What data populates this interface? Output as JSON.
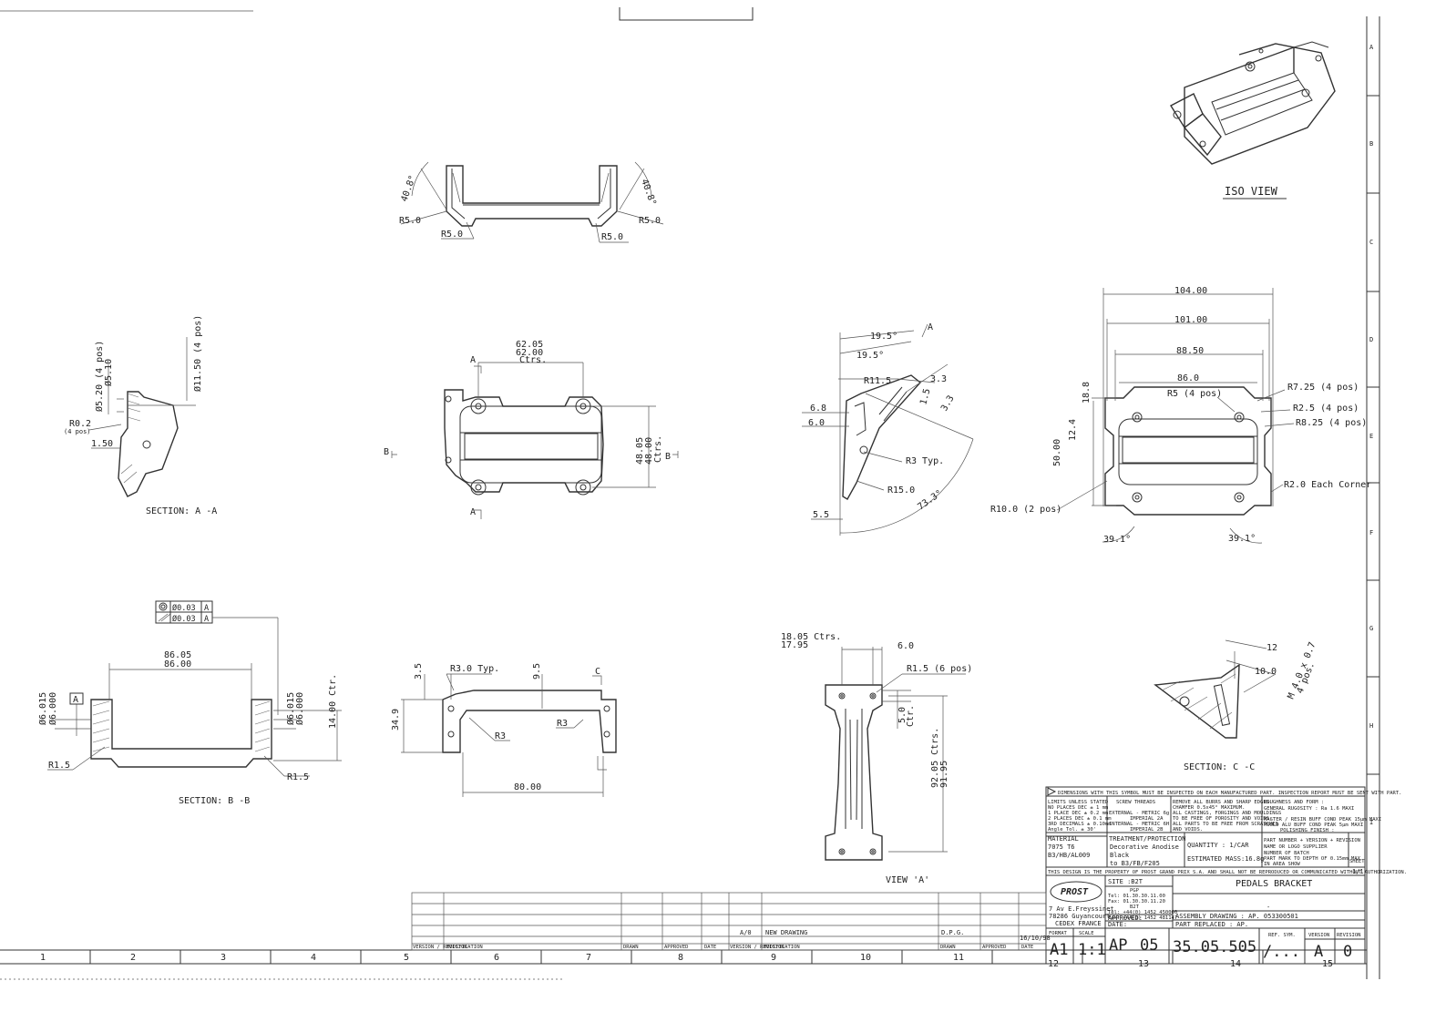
{
  "drawing": {
    "title": "PEDALS BRACKET",
    "iso_view_label": "ISO VIEW",
    "section_aa": "SECTION: A -A",
    "section_bb": "SECTION: B -B",
    "section_cc": "SECTION: C -C",
    "view_a": "VIEW 'A'",
    "dims": {
      "top": {
        "ang_left": "40.8°",
        "ang_right": "40.8°",
        "r5_a": "R5.0",
        "r5_b": "R5.0",
        "r5_c": "R5.0",
        "r5_d": "R5.0"
      },
      "sec_aa": {
        "d520": "Ø5.20 (4 pos)",
        "d510": "Ø5.10",
        "d1150": "Ø11.50 (4 pos)",
        "r02": "R0.2",
        "pos4": "(4 pos)",
        "d150": "1.50"
      },
      "front": {
        "d6205": "62.05",
        "d6200": "62.00",
        "ctrs": "Ctrs.",
        "d4805": "48.05",
        "d4800": "48.00",
        "ctrs2": "Ctrs.",
        "a": "A",
        "b": "B"
      },
      "side": {
        "a195a": "19.5°",
        "a195b": "19.5°",
        "r115": "R11.5",
        "d33a": "3.3",
        "d15": "1.5",
        "d33b": "3.3",
        "d68": "6.8",
        "d60": "6.0",
        "r3typ": "R3 Typ.",
        "r150": "R15.0",
        "d55": "5.5",
        "a733": "73.3°",
        "a": "A"
      },
      "plan": {
        "d104": "104.00",
        "d101": "101.00",
        "d885": "88.50",
        "d86": "86.0",
        "r5": "R5 (4 pos)",
        "r725": "R7.25 (4 pos)",
        "r25": "R2.5 (4 pos)",
        "r825": "R8.25 (4 pos)",
        "d188": "18.8",
        "d124": "12.4",
        "d50": "50.00",
        "r2": "R2.0 Each Corner",
        "r10": "R10.0 (2 pos)",
        "a391a": "39.1°",
        "a391b": "39.1°"
      },
      "sec_bb": {
        "gt1": "Ø0.03",
        "gt2": "Ø0.03",
        "gdatum": "A",
        "d8605": "86.05",
        "d8600": "86.00",
        "d6015a": "Ø6.015",
        "d6000a": "Ø6.000",
        "boxA": "A",
        "d6015b": "Ø6.015",
        "d6000b": "Ø6.000",
        "d14": "14.00 Ctr.",
        "r15a": "R1.5",
        "r15b": "R1.5"
      },
      "lower_front": {
        "d35": "3.5",
        "r30typ": "R3.0 Typ.",
        "d95": "9.5",
        "c": "C",
        "d349": "34.9",
        "r3a": "R3",
        "r3b": "R3",
        "d80": "80.00"
      },
      "view_a": {
        "d1805": "18.05 Ctrs.",
        "d1795": "17.95",
        "d60": "6.0",
        "r15": "R1.5 (6 pos)",
        "d50": "5.0",
        "ctr": "Ctr.",
        "d9205": "92.05 Ctrs.",
        "d9195": "91.95"
      },
      "sec_cc": {
        "d12": "12",
        "d10": "10.0",
        "m4": "M 4.0 x 0.7",
        "pos4": "4 pos."
      }
    }
  },
  "border": {
    "col_numbers": [
      "1",
      "2",
      "3",
      "4",
      "5",
      "6",
      "7",
      "8",
      "9",
      "10",
      "11",
      "12",
      "13",
      "14",
      "15"
    ],
    "row_letters": [
      "A",
      "B",
      "C",
      "D",
      "E",
      "F",
      "G",
      "H",
      "I"
    ]
  },
  "notes": {
    "dim_note": "DIMENSIONS WITH THIS SYMBOL MUST BE INSPECTED ON EACH MANUFACTURED PART. INSPECTION REPORT MUST BE SENT WITH PART.",
    "limits": [
      "LIMITS UNLESS STATED",
      "NO PLACES DEC  ± 1  mm",
      "1 PLACE DEC  ± 0.2 mm",
      "2 PLACES DEC  ± 0.1 mm",
      "3RD DECIMALS  ± 0.10mm",
      "Angle Tol.  ± 30'"
    ],
    "screw": [
      "SCREW THREADS",
      "EXTERNAL -  METRIC 6g",
      "  IMPERIAL 2A",
      "INTERNAL -  METRIC 6H",
      "  IMPERIAL 2B"
    ],
    "general": [
      "REMOVE ALL BURRS AND SHARP EDGES.",
      "CHAMFER 0.5x45° MAXIMUM.",
      "ALL CASTINGS, FORGINGS AND MOULDINGS",
      "TO BE FREE OF POROSITY AND VOIDS.",
      "ALL PARTS TO BE FREE FROM SCRATCHES",
      "AND VOIDS."
    ],
    "roughness": [
      "ROUGHNESS AND FORM :",
      "GENERAL RUGOSITY : Ra 1.6 MAXI",
      "MASTER / RESIN BUFF COND PEAK 15µm MAXI",
      "MOULD  ALU BUFF COND PEAK 5µm MAXI",
      "POLISHING FINISH :"
    ],
    "material_label": "MATERIAL",
    "material": [
      "7075 T6",
      "B3/HB/AL009"
    ],
    "treatment_label": "TREATMENT/PROTECTION",
    "treatment": [
      "Decorative Anodise",
      "Black",
      "to B3/FB/F205"
    ],
    "quantity": "QUANTITY :  1/CAR",
    "mass": "ESTIMATED MASS:16.8g",
    "partnum": [
      "PART NUMBER + VERSION + REVISION",
      "NAME OR LOGO SUPPLIER",
      "NUMBER OF BATCH",
      "PART MARK TO DEPTH OF 0.15mm MAX",
      "IN AREA SHOW"
    ],
    "sheet": "SHEET",
    "sheet_val": "1/1",
    "property": "THIS DESIGN IS THE PROPERTY OF PROST GRAND PRIX S.A. AND SHALL NOT BE REPRODUCED OR COMMUNICATED WITHOUT AUTHORIZATION."
  },
  "title_block": {
    "company": "PROST",
    "address": [
      "7 Av E.Freyssinet",
      "78286 Guyancourt",
      "CEDEX FRANCE"
    ],
    "site_label": "SITE :B2T",
    "site": [
      "PGP",
      "Tel: 01.30.30.11.00",
      "Fax: 01.30.30.11.20",
      "B2T",
      "Tel: +44(0) 1452 450000",
      "Fax: +44(0) 1452 481147"
    ],
    "approved": "APPROVED:",
    "date": "DATE:",
    "assembly": "ASSEMBLY DRAWING :  AP. 053300501",
    "part_replaced": "PART REPLACED  :  AP.",
    "format_label": "FORMAT",
    "format": "A1",
    "scale_label": "SCALE",
    "scale": "1:1",
    "code_a": "AP",
    "code_b": "05",
    "number": "35.05.505",
    "ref_label": "REF. SYM.",
    "ref": "/...",
    "version_label": "VERSION",
    "version": "A",
    "revision_label": "REVISION",
    "revision": "0",
    "dash": "-"
  },
  "revision_table": {
    "headers": {
      "version": "VERSION / REVISION",
      "modification": "MODIFICATION",
      "drawn": "DRAWN",
      "approved": "APPROVED",
      "date": "DATE"
    },
    "entry": {
      "version": "A/0",
      "modification": "NEW DRAWING",
      "drawn": "D.P.G.",
      "date": "16/10/98"
    }
  }
}
